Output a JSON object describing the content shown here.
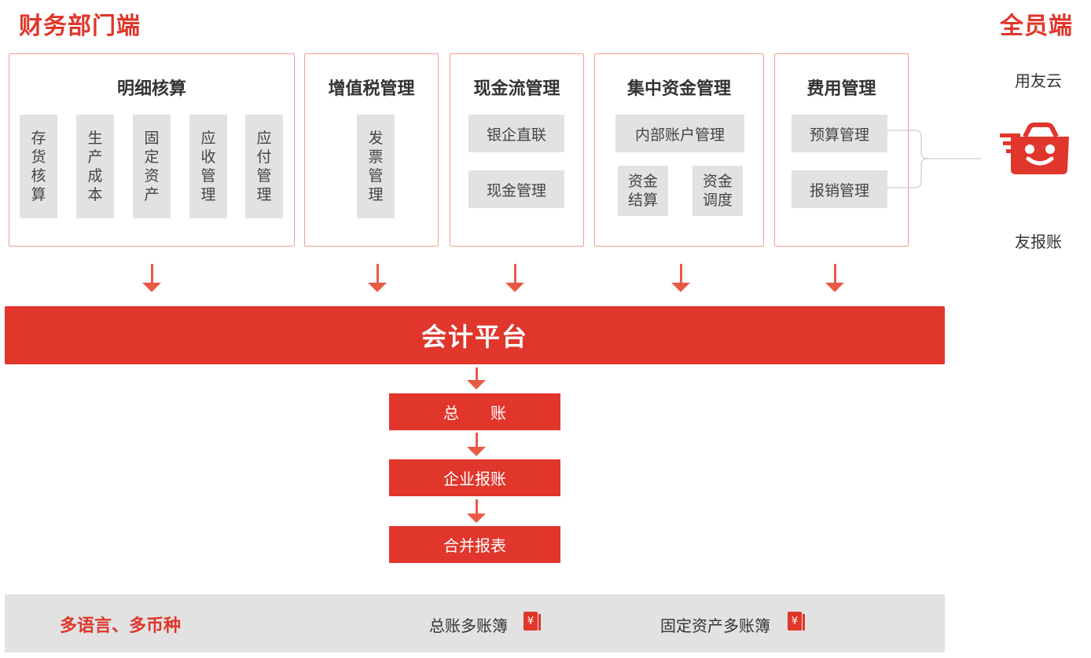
{
  "headers": {
    "dept": "财务部门端",
    "all_staff": "全员端"
  },
  "modules": {
    "detail": {
      "title": "明细核算",
      "items": [
        "存货核算",
        "生产成本",
        "固定资产",
        "应收管理",
        "应付管理"
      ]
    },
    "vat": {
      "title": "增值税管理",
      "items": [
        "发票管理"
      ]
    },
    "cash": {
      "title": "现金流管理",
      "items": [
        "银企直联",
        "现金管理"
      ]
    },
    "fund": {
      "title": "集中资金管理",
      "items": [
        "内部账户管理",
        "资金结算",
        "资金调度"
      ]
    },
    "expense": {
      "title": "费用管理",
      "items": [
        "预算管理",
        "报销管理"
      ]
    }
  },
  "platform": {
    "label": "会计平台"
  },
  "flow": {
    "ledger": "总　　账",
    "reimburse": "企业报账",
    "consolidate": "合并报表"
  },
  "bottom": {
    "lang": "多语言、多币种",
    "book1": "总账多账簿",
    "book2": "固定资产多账簿",
    "coin_symbol": "¥"
  },
  "side": {
    "cloud": "用友云",
    "app": "友报账",
    "icon": "basket-face-icon"
  },
  "colors": {
    "accent": "#e0362b",
    "arrow": "#e85a44",
    "chip": "#e2e2e2",
    "border": "#f0a090"
  }
}
